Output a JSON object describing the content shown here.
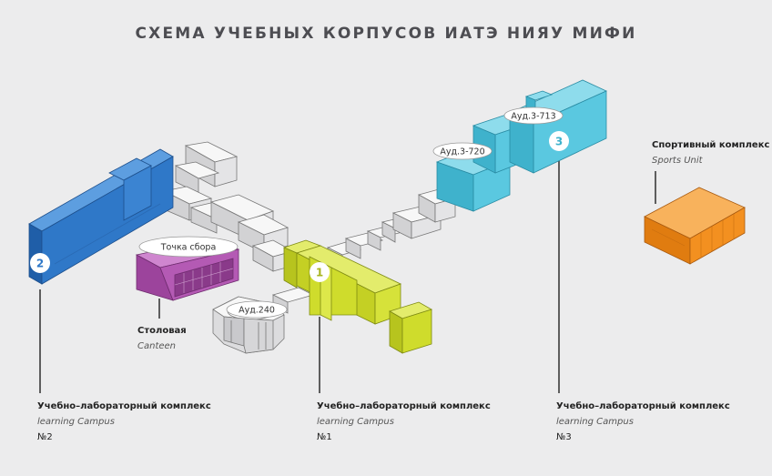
{
  "title": "СХЕМА УЧЕБНЫХ КОРПУСОВ ИАТЭ НИЯУ МИФИ",
  "colors": {
    "building_2": "#2f78c8",
    "building_1": "#cfdc2c",
    "building_3": "#5ac8e0",
    "canteen": "#b45ab4",
    "sports": "#f39020",
    "neutral": "#ffffff"
  },
  "buildings": {
    "b2": {
      "number": "2",
      "name": "Учебно–лабораторный комплекс",
      "name_en": "learning Campus",
      "no": "№2"
    },
    "b1": {
      "number": "1",
      "name": "Учебно–лабораторный комплекс",
      "name_en": "learning Campus",
      "no": "№1"
    },
    "b3": {
      "number": "3",
      "name": "Учебно–лабораторный комплекс",
      "name_en": "learning Campus",
      "no": "№3"
    },
    "canteen": {
      "name": "Столовая",
      "name_en": "Canteen"
    },
    "sports": {
      "name": "Спортивный комплекс",
      "name_en": "Sports Unit"
    }
  },
  "tags": {
    "assembly": "Точка сбора",
    "aud240": "Ауд.240",
    "aud3720": "Ауд.3-720",
    "aud3713": "Ауд.3-713"
  }
}
